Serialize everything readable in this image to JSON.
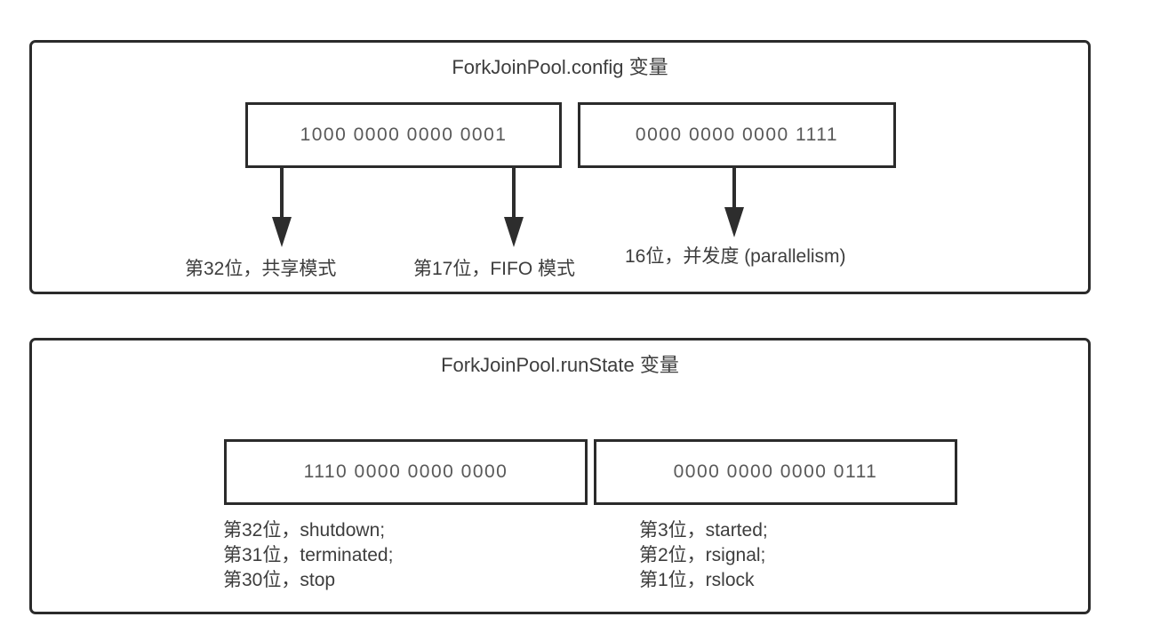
{
  "config": {
    "title": "ForkJoinPool.config 变量",
    "high_bits": "1000 0000 0000 0001",
    "low_bits": "0000 0000 0000 1111",
    "label_bit32": "第32位，共享模式",
    "label_bit17": "第17位，FIFO 模式",
    "label_parallelism": "16位，并发度 (parallelism)"
  },
  "runstate": {
    "title": "ForkJoinPool.runState 变量",
    "high_bits": "1110 0000 0000 0000",
    "low_bits": "0000 0000 0000 0111",
    "high_labels": [
      "第32位，shutdown;",
      "第31位，terminated;",
      "第30位，stop"
    ],
    "low_labels": [
      "第3位，started;",
      "第2位，rsignal;",
      "第1位，rslock"
    ]
  },
  "colors": {
    "border": "#2b2b2b",
    "arrow": "#2d2d2d",
    "text": "#3d3d3d",
    "binary_text": "#595959",
    "background": "#ffffff"
  }
}
